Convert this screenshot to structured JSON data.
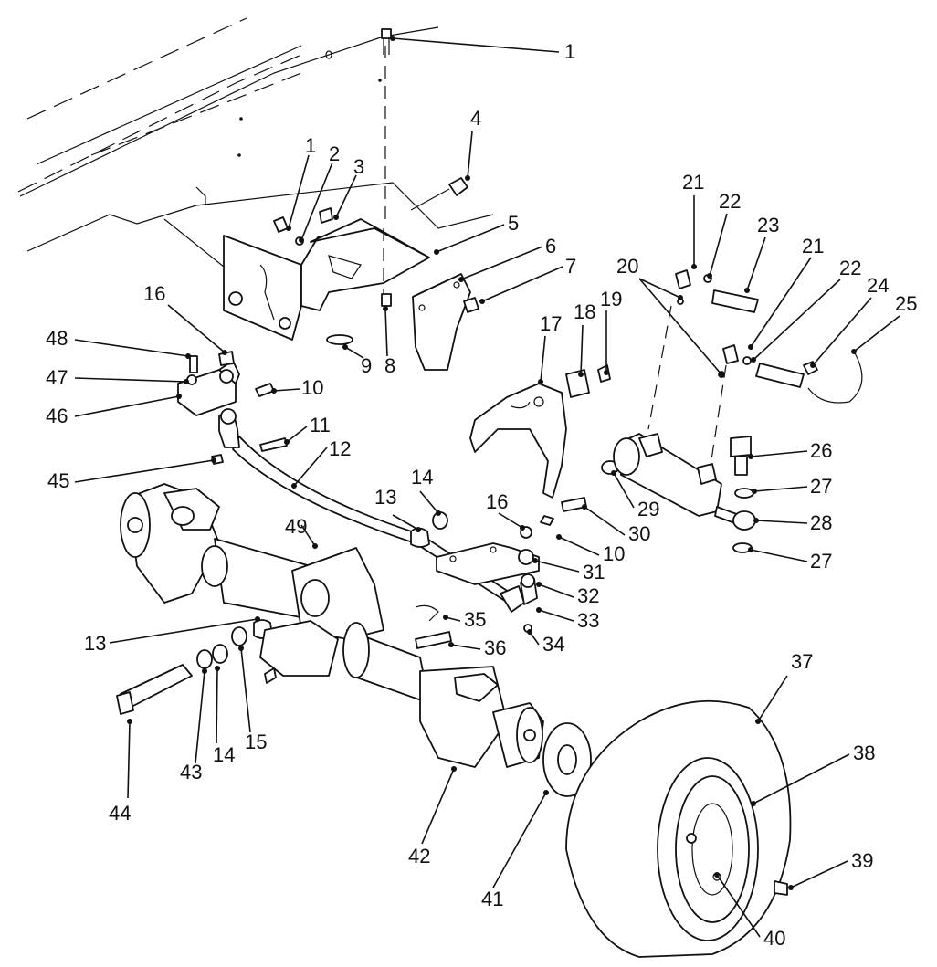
{
  "callouts": [
    {
      "id": "c-1a",
      "text": "1"
    },
    {
      "id": "c-1b",
      "text": "1"
    },
    {
      "id": "c-2",
      "text": "2"
    },
    {
      "id": "c-3",
      "text": "3"
    },
    {
      "id": "c-4",
      "text": "4"
    },
    {
      "id": "c-5",
      "text": "5"
    },
    {
      "id": "c-6",
      "text": "6"
    },
    {
      "id": "c-7",
      "text": "7"
    },
    {
      "id": "c-8",
      "text": "8"
    },
    {
      "id": "c-9",
      "text": "9"
    },
    {
      "id": "c-10a",
      "text": "10"
    },
    {
      "id": "c-10b",
      "text": "10"
    },
    {
      "id": "c-11",
      "text": "11"
    },
    {
      "id": "c-12",
      "text": "12"
    },
    {
      "id": "c-13a",
      "text": "13"
    },
    {
      "id": "c-13b",
      "text": "13"
    },
    {
      "id": "c-14a",
      "text": "14"
    },
    {
      "id": "c-14b",
      "text": "14"
    },
    {
      "id": "c-15",
      "text": "15"
    },
    {
      "id": "c-16a",
      "text": "16"
    },
    {
      "id": "c-16b",
      "text": "16"
    },
    {
      "id": "c-17",
      "text": "17"
    },
    {
      "id": "c-18",
      "text": "18"
    },
    {
      "id": "c-19",
      "text": "19"
    },
    {
      "id": "c-20",
      "text": "20"
    },
    {
      "id": "c-21a",
      "text": "21"
    },
    {
      "id": "c-21b",
      "text": "21"
    },
    {
      "id": "c-22a",
      "text": "22"
    },
    {
      "id": "c-22b",
      "text": "22"
    },
    {
      "id": "c-23",
      "text": "23"
    },
    {
      "id": "c-24",
      "text": "24"
    },
    {
      "id": "c-25",
      "text": "25"
    },
    {
      "id": "c-26",
      "text": "26"
    },
    {
      "id": "c-27a",
      "text": "27"
    },
    {
      "id": "c-27b",
      "text": "27"
    },
    {
      "id": "c-28",
      "text": "28"
    },
    {
      "id": "c-29",
      "text": "29"
    },
    {
      "id": "c-30",
      "text": "30"
    },
    {
      "id": "c-31",
      "text": "31"
    },
    {
      "id": "c-32",
      "text": "32"
    },
    {
      "id": "c-33",
      "text": "33"
    },
    {
      "id": "c-34",
      "text": "34"
    },
    {
      "id": "c-35",
      "text": "35"
    },
    {
      "id": "c-36",
      "text": "36"
    },
    {
      "id": "c-37",
      "text": "37"
    },
    {
      "id": "c-38",
      "text": "38"
    },
    {
      "id": "c-39",
      "text": "39"
    },
    {
      "id": "c-40",
      "text": "40"
    },
    {
      "id": "c-41",
      "text": "41"
    },
    {
      "id": "c-42",
      "text": "42"
    },
    {
      "id": "c-43",
      "text": "43"
    },
    {
      "id": "c-44",
      "text": "44"
    },
    {
      "id": "c-45",
      "text": "45"
    },
    {
      "id": "c-46",
      "text": "46"
    },
    {
      "id": "c-47",
      "text": "47"
    },
    {
      "id": "c-48",
      "text": "48"
    },
    {
      "id": "c-49",
      "text": "49"
    }
  ]
}
